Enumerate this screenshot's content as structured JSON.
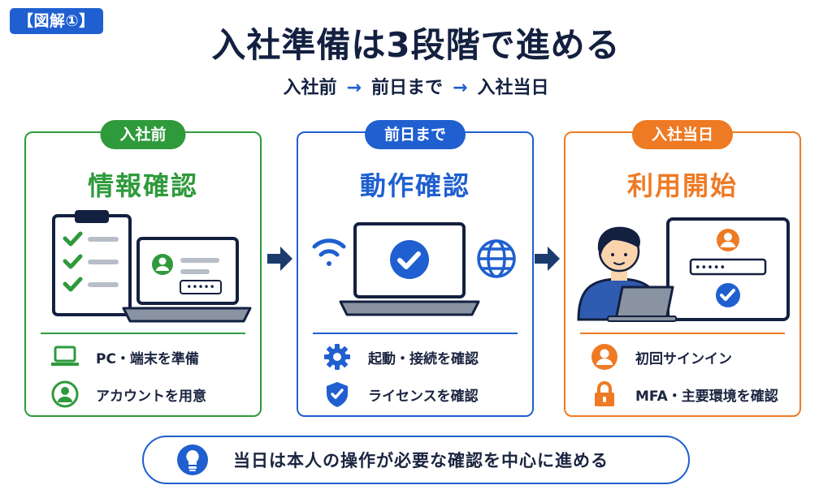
{
  "tag": "【図解①】",
  "title": "入社準備は3段階で進める",
  "subtitle": {
    "step1": "入社前",
    "arrow": "→",
    "step2": "前日まで",
    "step3": "入社当日"
  },
  "colors": {
    "green": "#2f9a3c",
    "blue": "#1f5fd0",
    "orange": "#ee7a24",
    "navy": "#132040"
  },
  "cards": [
    {
      "pill": "入社前",
      "heading": "情報確認",
      "items": [
        {
          "icon": "laptop-icon",
          "label": "PC・端末を準備"
        },
        {
          "icon": "user-icon",
          "label": "アカウントを用意"
        }
      ]
    },
    {
      "pill": "前日まで",
      "heading": "動作確認",
      "items": [
        {
          "icon": "gear-icon",
          "label": "起動・接続を確認"
        },
        {
          "icon": "shield-check-icon",
          "label": "ライセンスを確認"
        }
      ]
    },
    {
      "pill": "入社当日",
      "heading": "利用開始",
      "items": [
        {
          "icon": "user-icon",
          "label": "初回サインイン"
        },
        {
          "icon": "lock-icon",
          "label": "MFA・主要環境を確認"
        }
      ]
    }
  ],
  "illustrations": {
    "login_mask": "•••••",
    "signin_mask": "•••••"
  },
  "note": "当日は本人の操作が必要な確認を中心に進める"
}
